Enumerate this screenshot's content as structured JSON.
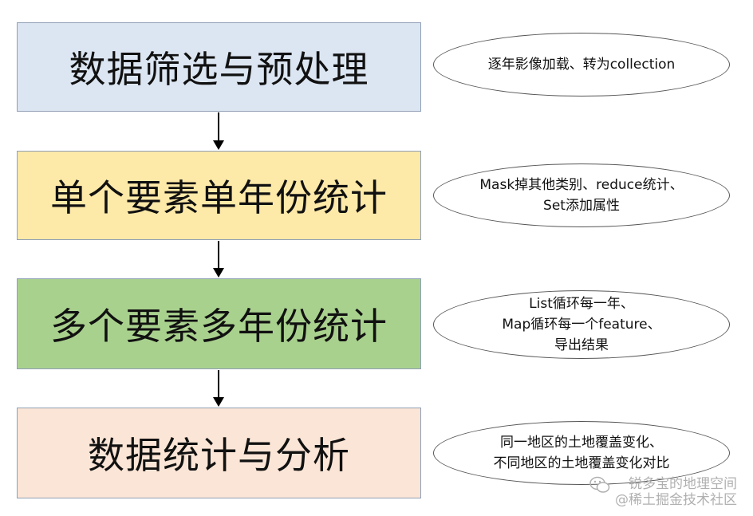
{
  "steps": [
    {
      "label": "数据筛选与预处理",
      "color": "#dce6f2"
    },
    {
      "label": "单个要素单年份统计",
      "color": "#fde9a8"
    },
    {
      "label": "多个要素多年份统计",
      "color": "#a9d18e"
    },
    {
      "label": "数据统计与分析",
      "color": "#fbe5d6"
    }
  ],
  "notes": [
    {
      "lines": [
        "逐年影像加载、转为collection"
      ]
    },
    {
      "lines": [
        "Mask掉其他类别、reduce统计、",
        "Set添加属性"
      ]
    },
    {
      "lines": [
        "List循环每一年、",
        "Map循环每一个feature、",
        "导出结果"
      ]
    },
    {
      "lines": [
        "同一地区的土地覆盖变化、",
        "不同地区的土地覆盖变化对比"
      ]
    }
  ],
  "watermark": {
    "line1": "锐多宝的地理空间",
    "line2": "@稀土掘金技术社区",
    "icon": "wechat-icon"
  }
}
